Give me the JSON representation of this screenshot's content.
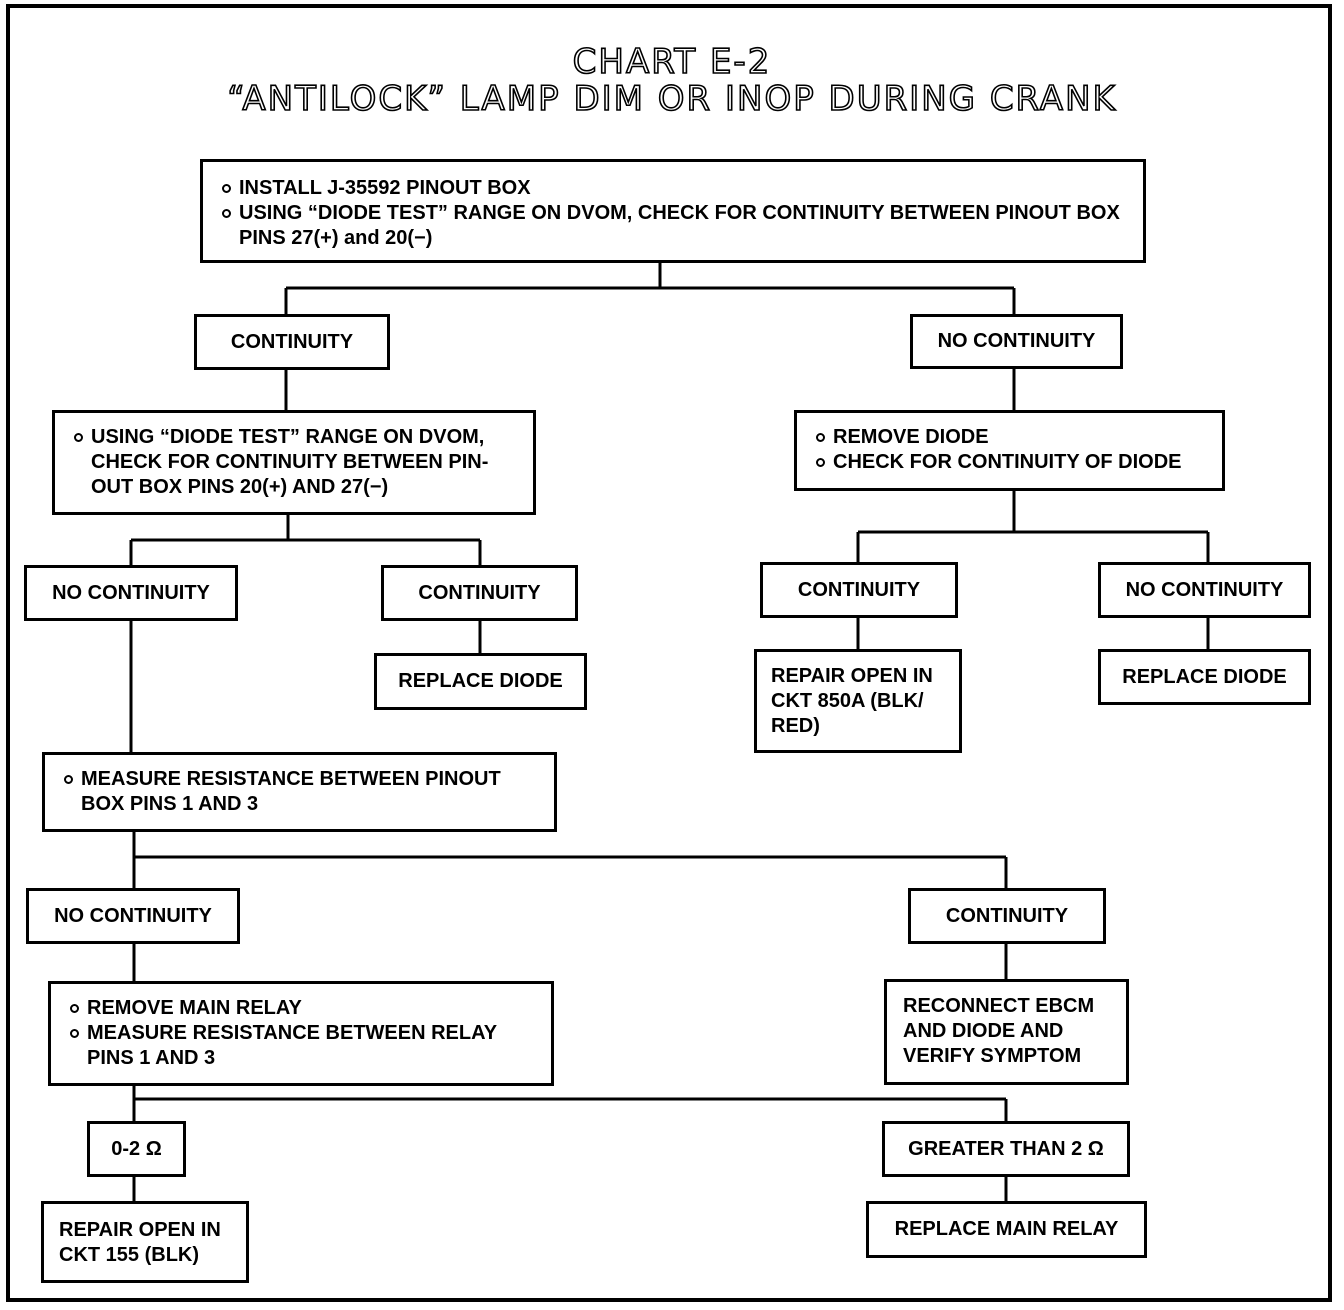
{
  "title": {
    "line1": "CHART E-2",
    "line2": "“ANTILOCK” LAMP DIM OR INOP DURING CRANK"
  },
  "nodes": {
    "install": {
      "items": [
        "INSTALL J-35592 PINOUT BOX",
        "USING “DIODE TEST” RANGE ON DVOM, CHECK FOR CONTINUITY BETWEEN PINOUT BOX PINS 27(+) and 20(−)"
      ]
    },
    "continuity_1": {
      "label": "CONTINUITY"
    },
    "no_continuity_1": {
      "label": "NO CONTINUITY"
    },
    "diode_test_2": {
      "items": [
        "USING “DIODE TEST” RANGE ON DVOM, CHECK FOR CONTINUITY BETWEEN PIN-OUT BOX PINS 20(+) AND 27(−)"
      ]
    },
    "remove_diode": {
      "items": [
        "REMOVE DIODE",
        "CHECK FOR CONTINUITY OF DIODE"
      ]
    },
    "no_continuity_2": {
      "label": "NO CONTINUITY"
    },
    "continuity_2": {
      "label": "CONTINUITY"
    },
    "replace_diode_1": {
      "label": "REPLACE DIODE"
    },
    "continuity_3": {
      "label": "CONTINUITY"
    },
    "no_continuity_3": {
      "label": "NO CONTINUITY"
    },
    "repair_850a": {
      "text": "REPAIR OPEN IN CKT 850A (BLK/ RED)"
    },
    "replace_diode_2": {
      "label": "REPLACE DIODE"
    },
    "measure_pinout": {
      "items": [
        "MEASURE RESISTANCE BETWEEN PINOUT BOX PINS 1 AND 3"
      ]
    },
    "no_continuity_4": {
      "label": "NO CONTINUITY"
    },
    "continuity_4": {
      "label": "CONTINUITY"
    },
    "remove_relay": {
      "items": [
        "REMOVE MAIN RELAY",
        "MEASURE RESISTANCE BETWEEN RELAY PINS 1 AND 3"
      ]
    },
    "reconnect": {
      "text": "RECONNECT EBCM AND DIODE AND VERIFY SYMPTOM"
    },
    "ohm_low": {
      "label": "0-2 Ω"
    },
    "ohm_high": {
      "label": "GREATER THAN 2 Ω"
    },
    "repair_155": {
      "text": "REPAIR OPEN IN CKT 155 (BLK)"
    },
    "replace_relay": {
      "label": "REPLACE MAIN RELAY"
    }
  }
}
